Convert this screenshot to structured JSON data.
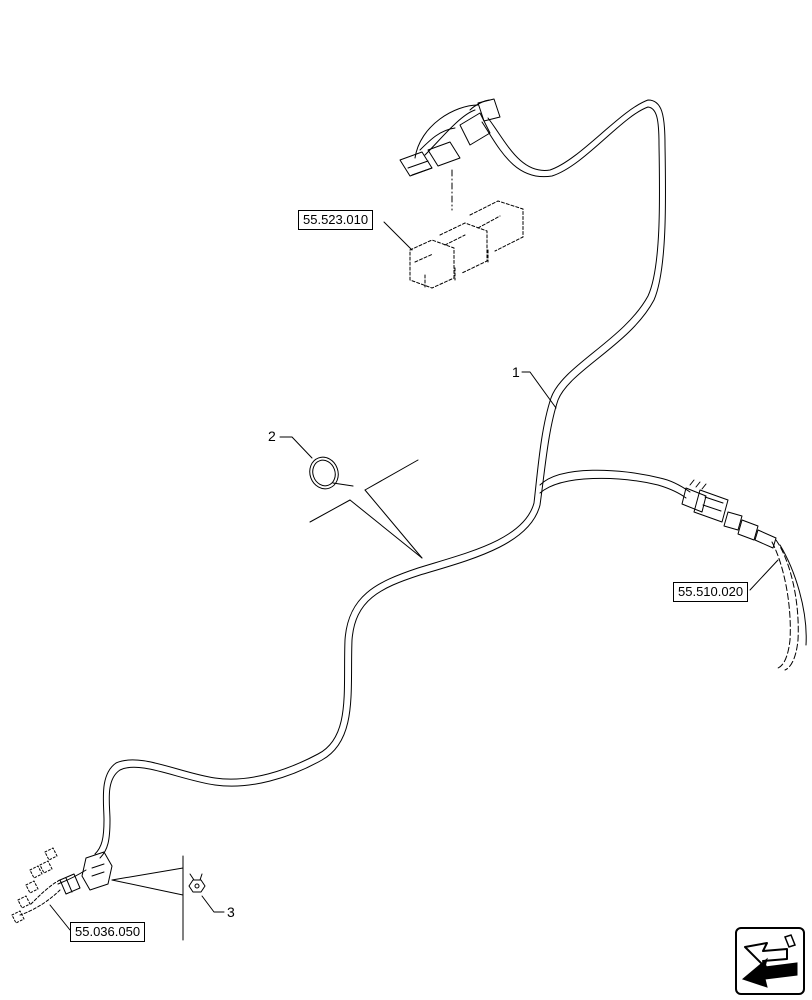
{
  "references": {
    "harness_top": "55.523.010",
    "harness_right": "55.510.020",
    "harness_bottom": "55.036.050"
  },
  "callouts": {
    "item_1": "1",
    "item_2": "2",
    "item_3": "3"
  },
  "icons": {
    "navigation": "arrow-view-icon"
  },
  "colors": {
    "line": "#000000",
    "background": "#ffffff"
  }
}
